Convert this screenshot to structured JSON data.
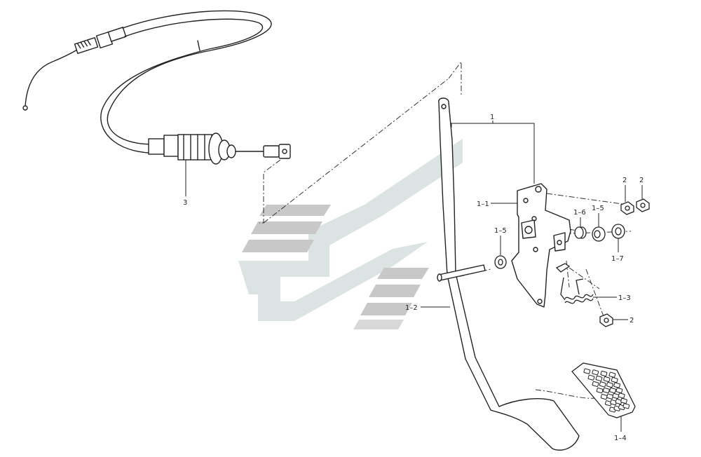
{
  "diagram": {
    "callouts": {
      "c1": "1",
      "c1_1": "1–1",
      "c1_2": "1–2",
      "c1_3": "1–3",
      "c1_4": "1–4",
      "c1_5a": "1–5",
      "c1_5b": "1–5",
      "c1_6": "1–6",
      "c1_7": "1–7",
      "c2a": "2",
      "c2b": "2",
      "c2c": "2",
      "c3": "3"
    },
    "colors": {
      "line": "#222222",
      "watermark_gray": "#c8c8c8",
      "watermark_teal": "#dbe4e2",
      "background": "#ffffff"
    },
    "watermark": "logo-watermark"
  }
}
